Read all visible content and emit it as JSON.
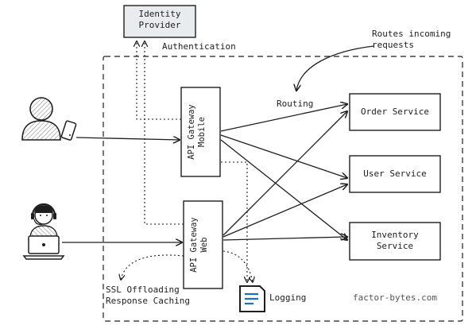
{
  "identity_provider": {
    "label_line1": "Identity",
    "label_line2": "Provider"
  },
  "authentication_label": "Authentication",
  "routes_note": {
    "line1": "Routes incoming",
    "line2": "requests"
  },
  "routing_label": "Routing",
  "gateway_mobile": {
    "line1": "API Gateway",
    "line2": "Mobile"
  },
  "gateway_web": {
    "line1": "API Gateway",
    "line2": "Web"
  },
  "services": {
    "order": "Order Service",
    "user": "User Service",
    "inventory_line1": "Inventory",
    "inventory_line2": "Service"
  },
  "ssl_note": {
    "line1": "SSL Offloading",
    "line2": "Response Caching"
  },
  "logging_label": "Logging",
  "watermark": "factor-bytes.com",
  "icons": {
    "mobile_user": "mobile-user-icon",
    "smartphone": "smartphone-icon",
    "web_user": "web-user-with-headset-icon",
    "laptop": "laptop-icon",
    "logging": "document-log-icon"
  },
  "colors": {
    "stroke": "#1e1e1e",
    "identity_fill": "#e9ecef",
    "logging_accent": "#1971c2"
  }
}
